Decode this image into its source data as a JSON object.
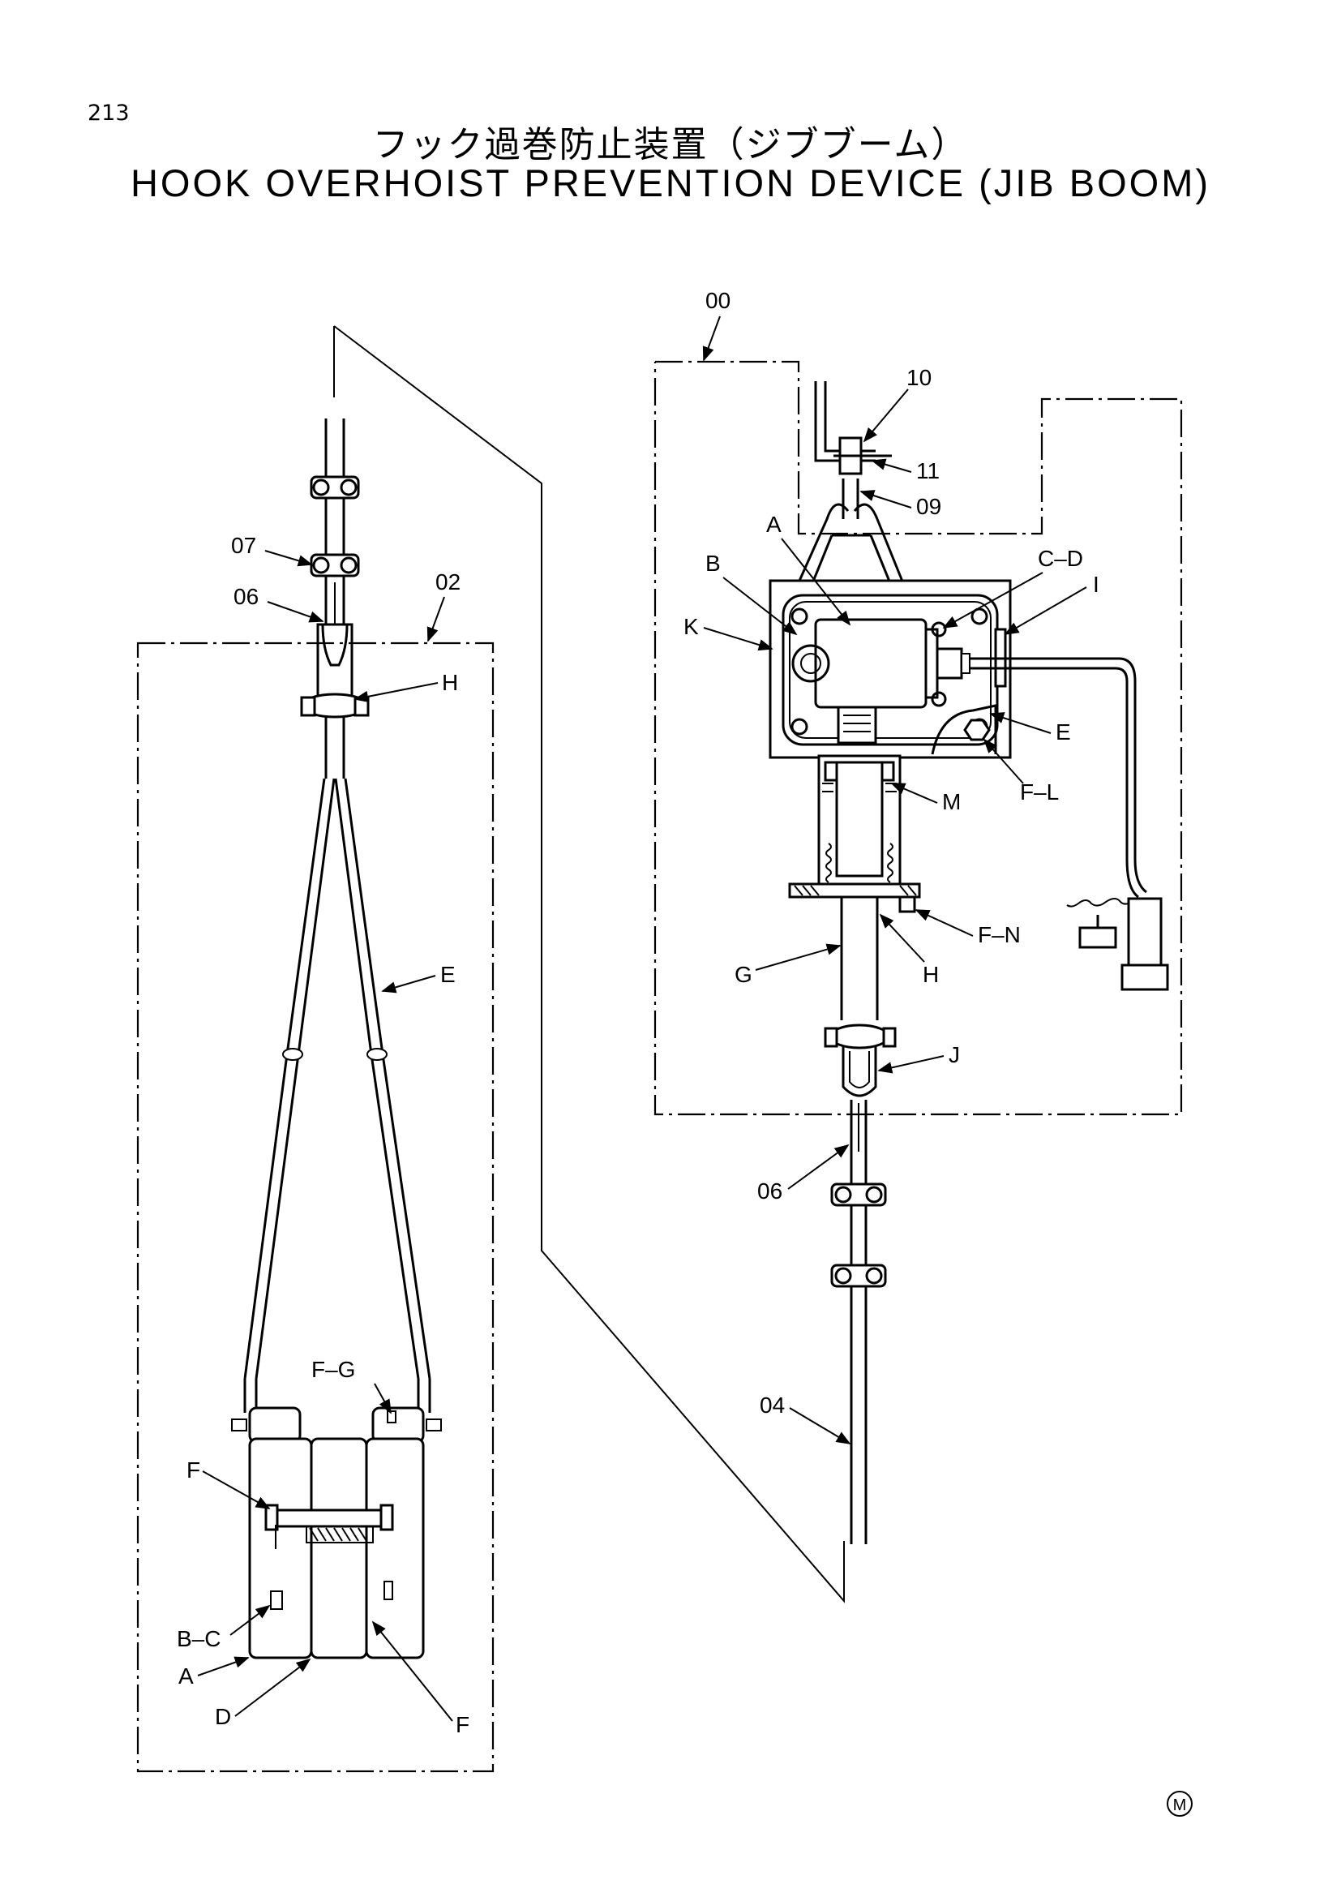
{
  "page_number": "213",
  "title_jp": "フック過巻防止装置（ジブブーム）",
  "title_en": "HOOK OVERHOIST PREVENTION DEVICE (JIB BOOM)",
  "maker_mark": "M",
  "left_assembly": {
    "labels": {
      "assy": "02",
      "clip": "07",
      "thimble": "06",
      "shackle": "H",
      "sling": "E",
      "pin_lock": "F–G",
      "bolt_f1": "F",
      "bolt_bc": "B–C",
      "weight_a": "A",
      "weight_d": "D",
      "bolt_f2": "F"
    }
  },
  "right_assembly": {
    "labels": {
      "assy": "00",
      "bolt": "10",
      "nut": "11",
      "eye": "09",
      "switch": "A",
      "case": "B",
      "screw_cd": "C–D",
      "cover": "I",
      "gasket": "K",
      "lever": "E",
      "nut_fl": "F–L",
      "spring": "M",
      "bolt_fn": "F–N",
      "rod": "G",
      "pipe": "H",
      "shackle": "J",
      "thimble": "06",
      "rope": "04"
    }
  }
}
